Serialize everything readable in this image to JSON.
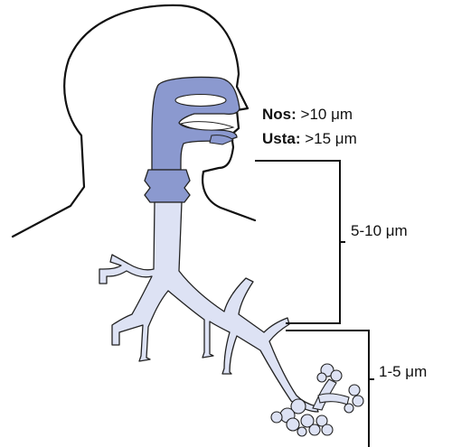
{
  "labels": {
    "nose_name": "Nos:",
    "nose_value": ">10 μm",
    "mouth_name": "Usta:",
    "mouth_value": ">15 μm",
    "mid_range": "5-10 μm",
    "low_range": "1-5 μm"
  },
  "colors": {
    "upper_airway": "#8b99cf",
    "lower_airway": "#dde2f4",
    "outline": "#111111"
  }
}
